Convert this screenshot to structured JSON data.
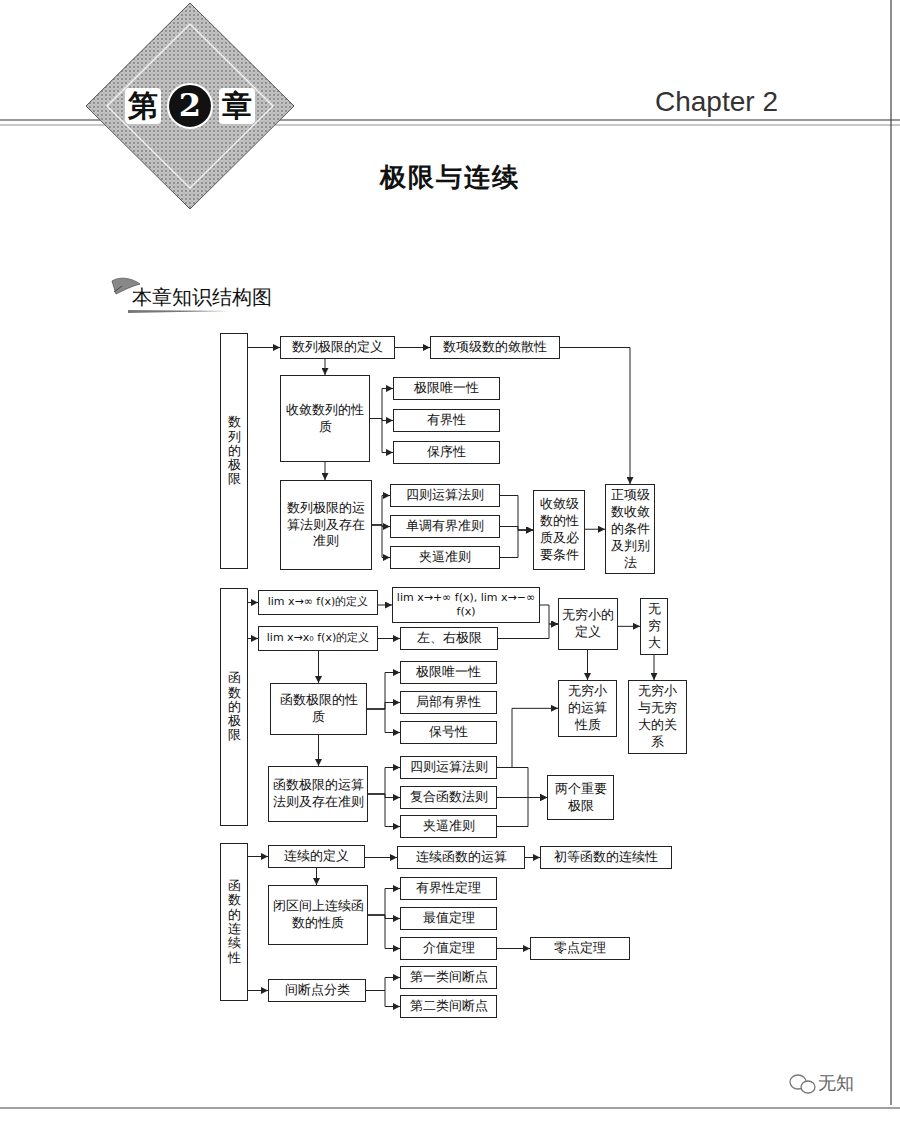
{
  "diagram": {
    "title": "极限与连续",
    "nodes": [
      {
        "text": [
          "第",
          "2",
          "章"
        ]
      },
      {
        "text": [
          "数列的极限"
        ]
      },
      {
        "text": [
          "数列极限的定义"
        ]
      },
      {
        "text": [
          "数项级数的敛散性"
        ]
      },
      {
        "text": [
          "收敛数列的性质"
        ]
      },
      {
        "text": [
          "极限唯一性"
        ]
      },
      {
        "text": [
          "有界性"
        ]
      },
      {
        "text": [
          "保序性"
        ]
      },
      {
        "text": [
          "数列极限的运算法则及存在准则"
        ]
      },
      {
        "text": [
          "四则运算法则"
        ]
      },
      {
        "text": [
          "单调有界准则"
        ]
      },
      {
        "text": [
          "夹逼准则"
        ]
      },
      {
        "text": [
          "收敛级数的性质及必要条件"
        ]
      },
      {
        "text": [
          "正项级数收敛的条件及判别法"
        ]
      },
      {
        "text": [
          "函数的极限"
        ]
      },
      {
        "text": [
          "lim x→∞ f(x)的定义"
        ]
      },
      {
        "text": [
          "lim x→+∞ f(x), lim x→−∞ f(x)"
        ]
      },
      {
        "text": [
          "无穷小的定义"
        ]
      },
      {
        "text": [
          "无穷大"
        ]
      },
      {
        "text": [
          "lim x→x₀ f(x)的定义"
        ]
      },
      {
        "text": [
          "左、右极限"
        ]
      },
      {
        "text": [
          "函数极限的性质"
        ]
      },
      {
        "text": [
          "极限唯一性"
        ]
      },
      {
        "text": [
          "局部有界性"
        ]
      },
      {
        "text": [
          "保号性"
        ]
      },
      {
        "text": [
          "无穷小的运算性质"
        ]
      },
      {
        "text": [
          "无穷小与无穷大的关系"
        ]
      },
      {
        "text": [
          "函数极限的运算法则及存在准则"
        ]
      },
      {
        "text": [
          "四则运算法则"
        ]
      },
      {
        "text": [
          "复合函数法则"
        ]
      },
      {
        "text": [
          "夹逼准则"
        ]
      },
      {
        "text": [
          "两个重要极限"
        ]
      },
      {
        "text": [
          "函数的连续性"
        ]
      },
      {
        "text": [
          "连续的定义"
        ]
      },
      {
        "text": [
          "连续函数的运算"
        ]
      },
      {
        "text": [
          "初等函数的连续性"
        ]
      },
      {
        "text": [
          "闭区间上连续函数的性质"
        ]
      },
      {
        "text": [
          "有界性定理"
        ]
      },
      {
        "text": [
          "最值定理"
        ]
      },
      {
        "text": [
          "介值定理"
        ]
      },
      {
        "text": [
          "零点定理"
        ]
      },
      {
        "text": [
          "间断点分类"
        ]
      },
      {
        "text": [
          "第一类间断点"
        ]
      },
      {
        "text": [
          "第二类间断点"
        ]
      }
    ],
    "edges": [
      {
        "from": 1,
        "to": 2,
        "arrow": "to"
      },
      {
        "from": 2,
        "to": 3,
        "arrow": "to"
      },
      {
        "from": 2,
        "to": 4,
        "arrow": "to"
      },
      {
        "from": 4,
        "to": 5,
        "arrow": "to"
      },
      {
        "from": 4,
        "to": 6,
        "arrow": "to"
      },
      {
        "from": 4,
        "to": 7,
        "arrow": "to"
      },
      {
        "from": 4,
        "to": 8,
        "arrow": "to"
      },
      {
        "from": 8,
        "to": 9,
        "arrow": "to"
      },
      {
        "from": 8,
        "to": 10,
        "arrow": "to"
      },
      {
        "from": 8,
        "to": 11,
        "arrow": "to"
      },
      {
        "from": 9,
        "to": 12,
        "arrow": "to"
      },
      {
        "from": 10,
        "to": 12,
        "arrow": "to"
      },
      {
        "from": 11,
        "to": 12,
        "arrow": "to"
      },
      {
        "from": 12,
        "to": 13,
        "arrow": "to"
      },
      {
        "from": 3,
        "to": 13,
        "arrow": "to"
      },
      {
        "from": 14,
        "to": 15,
        "arrow": "to"
      },
      {
        "from": 14,
        "to": 19,
        "arrow": "to"
      },
      {
        "from": 15,
        "to": 16,
        "arrow": "to"
      },
      {
        "from": 16,
        "to": 17,
        "arrow": "to"
      },
      {
        "from": 20,
        "to": 17,
        "arrow": "to"
      },
      {
        "from": 17,
        "to": 18,
        "arrow": "to"
      },
      {
        "from": 17,
        "to": 25,
        "arrow": "to"
      },
      {
        "from": 18,
        "to": 26,
        "arrow": "to"
      },
      {
        "from": 19,
        "to": 20,
        "arrow": "to"
      },
      {
        "from": 19,
        "to": 21,
        "arrow": "to"
      },
      {
        "from": 21,
        "to": 22,
        "arrow": "to"
      },
      {
        "from": 21,
        "to": 23,
        "arrow": "to"
      },
      {
        "from": 21,
        "to": 24,
        "arrow": "to"
      },
      {
        "from": 21,
        "to": 27,
        "arrow": "to"
      },
      {
        "from": 27,
        "to": 28,
        "arrow": "to"
      },
      {
        "from": 27,
        "to": 29,
        "arrow": "to"
      },
      {
        "from": 27,
        "to": 30,
        "arrow": "to"
      },
      {
        "from": 28,
        "to": 25,
        "arrow": "to"
      },
      {
        "from": 28,
        "to": 31,
        "arrow": "to"
      },
      {
        "from": 29,
        "to": 31,
        "arrow": "to"
      },
      {
        "from": 30,
        "to": 31,
        "arrow": "to"
      },
      {
        "from": 32,
        "to": 33,
        "arrow": "to"
      },
      {
        "from": 32,
        "to": 41,
        "arrow": "to"
      },
      {
        "from": 33,
        "to": 34,
        "arrow": "to"
      },
      {
        "from": 34,
        "to": 35,
        "arrow": "to"
      },
      {
        "from": 33,
        "to": 36,
        "arrow": "to"
      },
      {
        "from": 36,
        "to": 37,
        "arrow": "to"
      },
      {
        "from": 36,
        "to": 38,
        "arrow": "to"
      },
      {
        "from": 36,
        "to": 39,
        "arrow": "to"
      },
      {
        "from": 39,
        "to": 40,
        "arrow": "to"
      },
      {
        "from": 41,
        "to": 42,
        "arrow": "to"
      },
      {
        "from": 41,
        "to": 43,
        "arrow": "to"
      }
    ],
    "labels": [
      "Chapter 2",
      "本章知识结构图",
      "无知"
    ]
  }
}
